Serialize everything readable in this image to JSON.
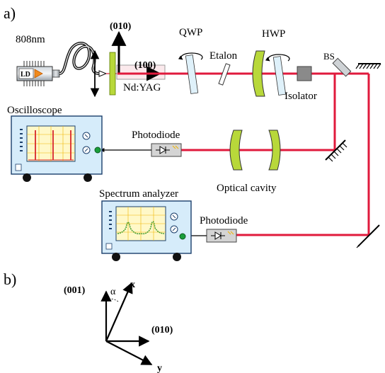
{
  "colors": {
    "beam": "#e01a3c",
    "crystal_green": "#b8d83a",
    "instrument_blue": "#d6ecfa",
    "screen_bg": "#fff8c8",
    "trace_red": "#d8262b",
    "trace_yellow": "#f0b400",
    "spectrum_green": "#3f9a2b",
    "detector_dot": "#1a9e3a"
  },
  "part_a": {
    "panel_label": "a)",
    "pump_wavelength": "808nm",
    "ld_label": "LD",
    "axis_010": "(010)",
    "axis_100": "(100)",
    "crystal_label": "Nd:YAG",
    "qwp_label": "QWP",
    "etalon_label": "Etalon",
    "hwp_label": "HWP",
    "isolator_label": "Isolator",
    "bs_label": "BS",
    "oscilloscope_label": "Oscilloscope",
    "photodiode_top_label": "Photodiode",
    "optical_cavity_label": "Optical cavity",
    "spectrum_analyzer_label": "Spectrum analyzer",
    "photodiode_bottom_label": "Photodiode"
  },
  "part_b": {
    "panel_label": "b)",
    "axis_001": "(001)",
    "axis_010": "(010)",
    "x_label": "x",
    "y_label": "y",
    "angle_label": "α"
  }
}
